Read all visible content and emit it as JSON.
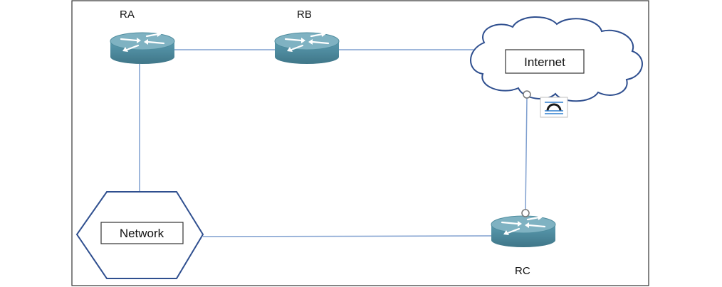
{
  "diagram": {
    "nodes": {
      "ra": {
        "label": "RA",
        "type": "router"
      },
      "rb": {
        "label": "RB",
        "type": "router"
      },
      "rc": {
        "label": "RC",
        "type": "router"
      },
      "internet": {
        "label": "Internet",
        "type": "cloud"
      },
      "network": {
        "label": "Network",
        "type": "hexagon"
      }
    },
    "links": [
      {
        "from": "RA",
        "to": "RB"
      },
      {
        "from": "RB",
        "to": "Internet"
      },
      {
        "from": "RA",
        "to": "Network"
      },
      {
        "from": "Network",
        "to": "RC"
      },
      {
        "from": "Internet",
        "to": "RC"
      }
    ],
    "icons": {
      "router": "router-icon",
      "tunnel": "tunnel-icon"
    },
    "colors": {
      "router_body": "#4e8c9e",
      "router_top": "#7fb2c2",
      "link": "#7f9fcf",
      "cloud_stroke": "#2f4f8f",
      "hexagon_stroke": "#2f4f8f",
      "frame": "#333333"
    }
  }
}
